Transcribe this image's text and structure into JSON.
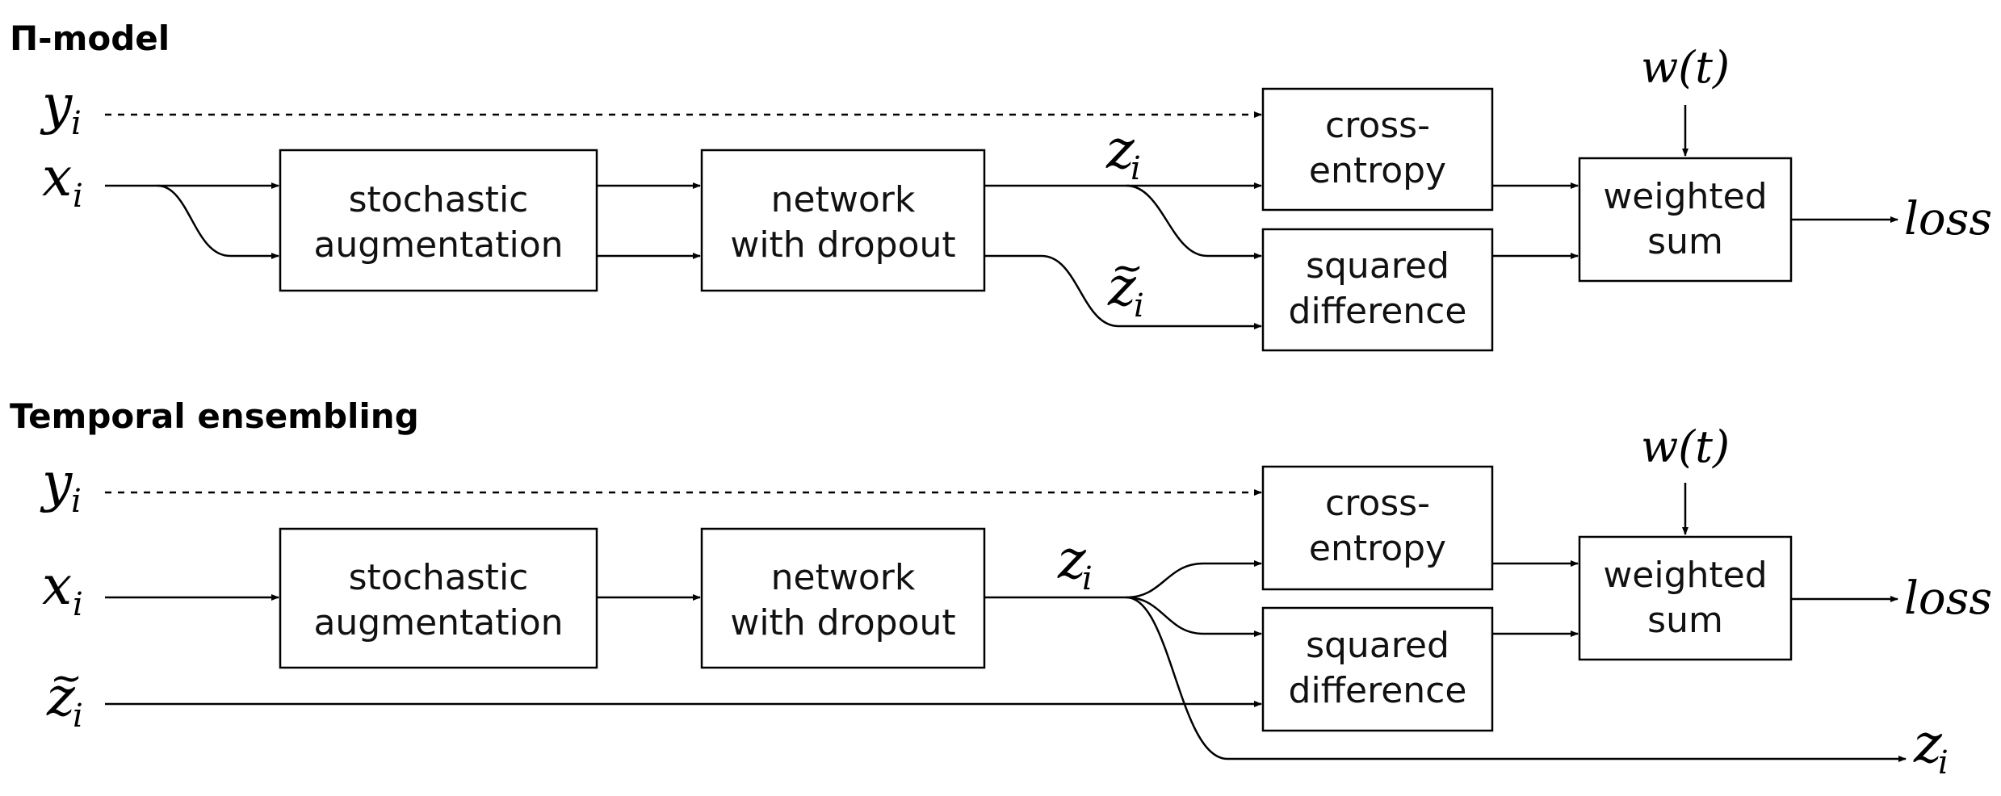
{
  "pi_model": {
    "title": "Π-model",
    "y_label": {
      "base": "y",
      "sub": "i"
    },
    "x_label": {
      "base": "x",
      "sub": "i"
    },
    "aug_line1": "stochastic",
    "aug_line2": "augmentation",
    "net_line1": "network",
    "net_line2": "with dropout",
    "z_label": {
      "base": "z",
      "sub": "i"
    },
    "ztilde_label": {
      "base": "z",
      "tilde": "~",
      "sub": "i"
    },
    "ce_line1": "cross-",
    "ce_line2": "entropy",
    "sq_line1": "squared",
    "sq_line2": "difference",
    "ws_line1": "weighted",
    "ws_line2": "sum",
    "wt": "w(t)",
    "loss": "loss"
  },
  "temporal": {
    "title": "Temporal ensembling",
    "y_label": {
      "base": "y",
      "sub": "i"
    },
    "x_label": {
      "base": "x",
      "sub": "i"
    },
    "ztilde_label": {
      "base": "z",
      "tilde": "~",
      "sub": "i"
    },
    "aug_line1": "stochastic",
    "aug_line2": "augmentation",
    "net_line1": "network",
    "net_line2": "with dropout",
    "z_label": {
      "base": "z",
      "sub": "i"
    },
    "ce_line1": "cross-",
    "ce_line2": "entropy",
    "sq_line1": "squared",
    "sq_line2": "difference",
    "ws_line1": "weighted",
    "ws_line2": "sum",
    "wt": "w(t)",
    "loss": "loss",
    "z_out_label": {
      "base": "z",
      "sub": "i"
    }
  }
}
